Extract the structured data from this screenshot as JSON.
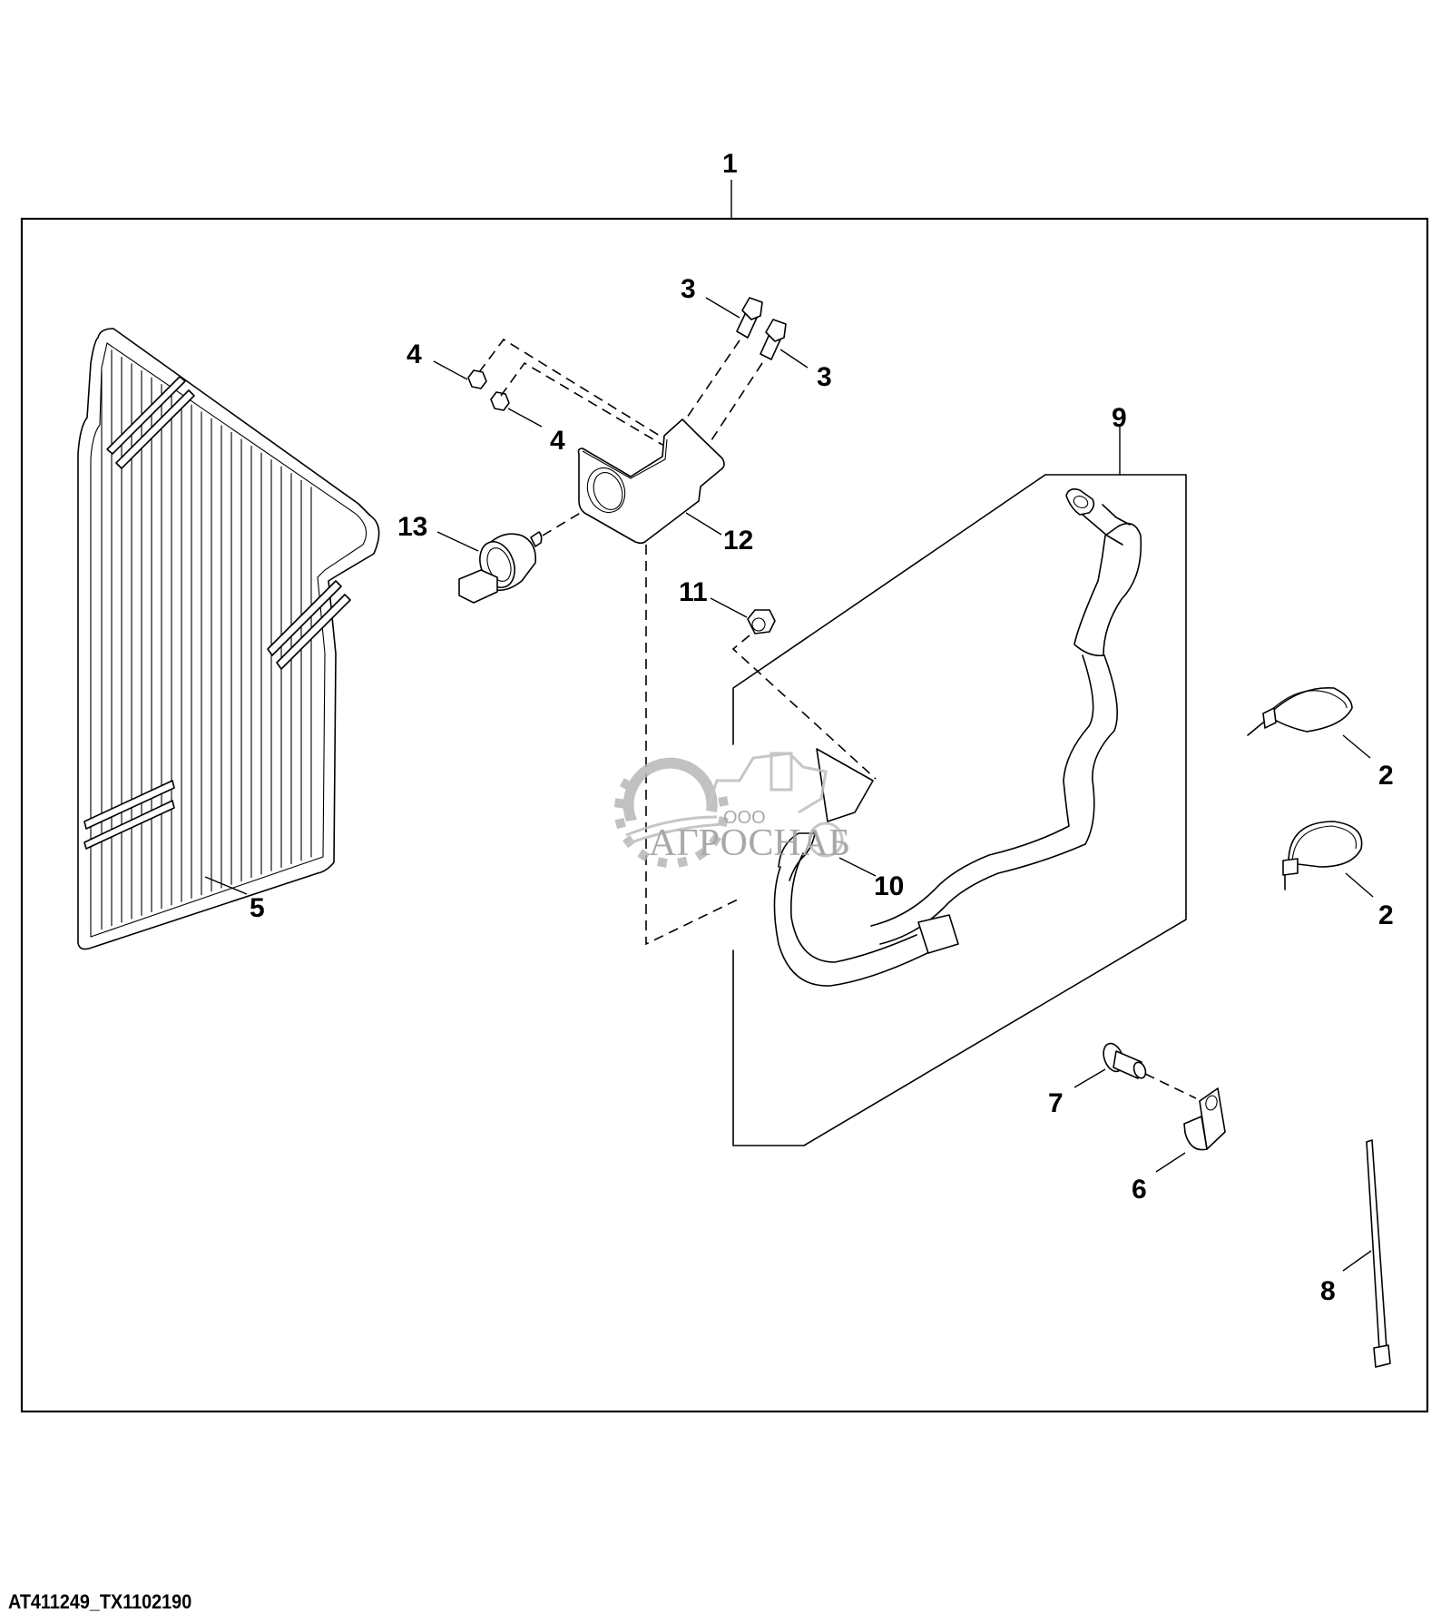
{
  "figure": {
    "id_label": "AT411249_TX1102190",
    "watermark": {
      "prefix": "ООО",
      "name": "АГРОСНАБ"
    }
  },
  "callouts": {
    "kit": "1",
    "cable_tie_a": "2",
    "cable_tie_b": "2",
    "cap_screw_a": "3",
    "cap_screw_b": "3",
    "nut_a": "4",
    "nut_b": "4",
    "screen": "5",
    "clip": "6",
    "rivet": "7",
    "long_cable_tie": "8",
    "cable_assembly": "9",
    "cable_shield": "10",
    "flange_nut": "11",
    "bracket": "12",
    "sensor": "13"
  },
  "colors": {
    "line": "#000000",
    "background": "#ffffff",
    "watermark": "#b0b0b0"
  }
}
